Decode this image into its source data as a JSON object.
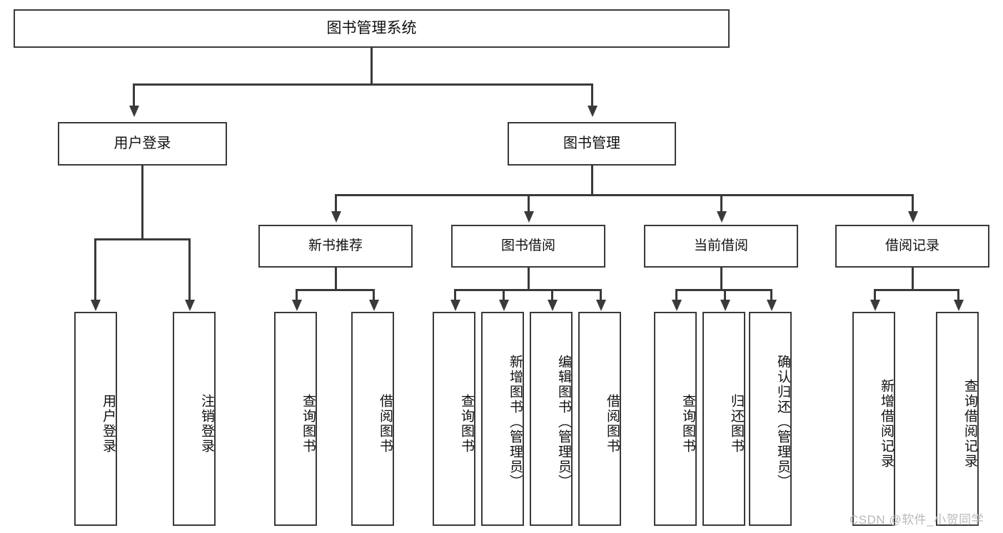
{
  "diagram": {
    "title": "图书管理系统",
    "type": "tree-structure-chart",
    "watermark": "CSDN @软件_小贺同学"
  },
  "root": {
    "label": "图书管理系统"
  },
  "level2": [
    {
      "label": "用户登录"
    },
    {
      "label": "图书管理"
    }
  ],
  "level3": [
    {
      "label": "新书推荐"
    },
    {
      "label": "图书借阅"
    },
    {
      "label": "当前借阅"
    },
    {
      "label": "借阅记录"
    }
  ],
  "leaves": {
    "user_login": [
      {
        "label": "用户登录"
      },
      {
        "label": "注销登录"
      }
    ],
    "new_book_recommend": [
      {
        "label": "查询图书"
      },
      {
        "label": "借阅图书"
      }
    ],
    "book_borrow": [
      {
        "label": "查询图书"
      },
      {
        "label": "新增图书（管理员）"
      },
      {
        "label": "编辑图书（管理员）"
      },
      {
        "label": "借阅图书"
      }
    ],
    "current_borrow": [
      {
        "label": "查询图书"
      },
      {
        "label": "归还图书"
      },
      {
        "label": "确认归还（管理员）"
      }
    ],
    "borrow_record": [
      {
        "label": "新增借阅记录"
      },
      {
        "label": "查询借阅记录"
      }
    ]
  },
  "colors": {
    "stroke": "#3a3a3a",
    "fill": "#ffffff",
    "text": "#111111",
    "watermark": "#b9b9b9"
  }
}
